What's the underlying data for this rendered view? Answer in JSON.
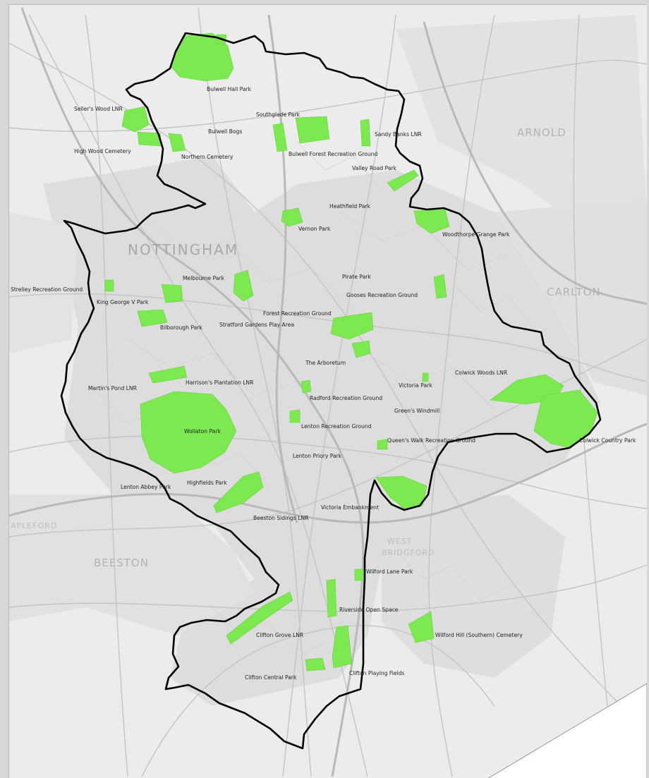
{
  "map": {
    "colors": {
      "background": "#ececec",
      "urban": "#dcdcdc",
      "roads": "#c6c6c6",
      "major_roads": "#bcbcbc",
      "green_space": "#7be94f",
      "boundary": "#000000",
      "outside_corner": "#ffffff"
    },
    "area_labels": [
      {
        "id": "nottingham",
        "text": "NOTTINGHAM"
      },
      {
        "id": "arnold",
        "text": "ARNOLD"
      },
      {
        "id": "carlton",
        "text": "CARLTON"
      },
      {
        "id": "beeston",
        "text": "BEESTON"
      },
      {
        "id": "west-bridgford-1",
        "text": "WEST"
      },
      {
        "id": "west-bridgford-2",
        "text": "BRIDGFORD"
      },
      {
        "id": "stapleford",
        "text": "APLEFORD"
      }
    ],
    "parks": [
      {
        "id": "bulwell-hall-park",
        "text": "Bulwell Hall Park"
      },
      {
        "id": "sellers-wood",
        "text": "Seller's Wood LNR"
      },
      {
        "id": "southglade-park",
        "text": "Southglade Park"
      },
      {
        "id": "bulwell-bogs",
        "text": "Bulwell Bogs"
      },
      {
        "id": "high-wood-cemetery",
        "text": "High Wood Cemetery"
      },
      {
        "id": "northern-cemetery",
        "text": "Northern Cemetery"
      },
      {
        "id": "bulwell-forest",
        "text": "Bulwell Forest Recreation Ground"
      },
      {
        "id": "sandy-banks",
        "text": "Sandy Banks LNR"
      },
      {
        "id": "valley-road-park",
        "text": "Valley Road Park"
      },
      {
        "id": "heathfield-park",
        "text": "Heathfield Park"
      },
      {
        "id": "vernon-park",
        "text": "Vernon Park"
      },
      {
        "id": "woodthorpe-grange",
        "text": "Woodthorpe Grange Park"
      },
      {
        "id": "melbourne-park",
        "text": "Melbourne Park"
      },
      {
        "id": "strelley-rec",
        "text": "Strelley Recreation Ground"
      },
      {
        "id": "king-george-v",
        "text": "King George V Park"
      },
      {
        "id": "bilborough-park",
        "text": "Bilborough Park"
      },
      {
        "id": "forest-rec",
        "text": "Forest Recreation Ground"
      },
      {
        "id": "stratford-gardens",
        "text": "Stratford Gardens Play Area"
      },
      {
        "id": "pirate-park",
        "text": "Pirate Park"
      },
      {
        "id": "gooses-rec",
        "text": "Gooses Recreation Ground"
      },
      {
        "id": "the-arboretum",
        "text": "The Arboretum"
      },
      {
        "id": "colwick-woods",
        "text": "Colwick Woods LNR"
      },
      {
        "id": "harrisons-plantation",
        "text": "Harrison's Plantation LNR"
      },
      {
        "id": "martins-pond",
        "text": "Martin's Pond LNR"
      },
      {
        "id": "victoria-park",
        "text": "Victoria Park"
      },
      {
        "id": "radford-rec",
        "text": "Radford Recreation Ground"
      },
      {
        "id": "greens-windmill",
        "text": "Green's Windmill"
      },
      {
        "id": "wollaton-park",
        "text": "Wollaton Park"
      },
      {
        "id": "lenton-rec",
        "text": "Lenton Recreation Ground"
      },
      {
        "id": "colwick-country-park",
        "text": "Colwick Country Park"
      },
      {
        "id": "queens-walk",
        "text": "Queen's Walk Recreation Ground"
      },
      {
        "id": "lenton-priory",
        "text": "Lenton Priory Park"
      },
      {
        "id": "lenton-abbey",
        "text": "Lenton Abbey Park"
      },
      {
        "id": "highfields-park",
        "text": "Highfields Park"
      },
      {
        "id": "victoria-embankment",
        "text": "Victoria Embankment"
      },
      {
        "id": "beeston-sidings",
        "text": "Beeston Sidings LNR"
      },
      {
        "id": "wilford-lane",
        "text": "Wilford Lane Park"
      },
      {
        "id": "riverside-open-space",
        "text": "Riverside Open Space"
      },
      {
        "id": "wilford-hill-cemetery",
        "text": "Wilford Hill (Southern) Cemetery"
      },
      {
        "id": "clifton-grove",
        "text": "Clifton Grove LNR"
      },
      {
        "id": "clifton-playing-fields",
        "text": "Clifton Playing Fields"
      },
      {
        "id": "clifton-central-park",
        "text": "Clifton Central Park"
      }
    ]
  }
}
